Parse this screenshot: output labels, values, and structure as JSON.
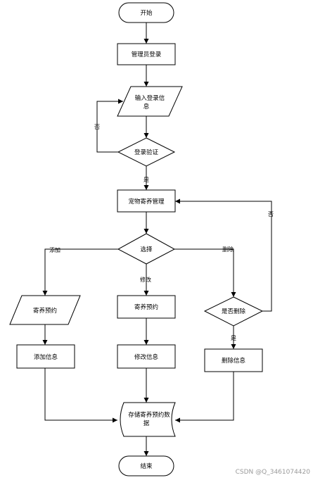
{
  "nodes": {
    "start": "开始",
    "admin_login": "管理员登录",
    "input_login_1": "输入登录信",
    "input_login_2": "息",
    "verify": "登录验证",
    "manage": "宠物寄养管理",
    "select": "选择",
    "reserve_left": "寄养预约",
    "reserve_mid": "寄养预约",
    "confirm_delete": "是否删除",
    "add_info": "添加信息",
    "modify_info": "修改信息",
    "delete_info": "删除信息",
    "store_1": "存储寄养预约数",
    "store_2": "据",
    "end": "结束"
  },
  "edges": {
    "no_login": "否",
    "yes_login": "是",
    "add": "添加",
    "modify": "修改",
    "delete": "删除",
    "yes_delete": "是",
    "no_delete": "否"
  },
  "watermark": "CSDN @Q_3461074420"
}
